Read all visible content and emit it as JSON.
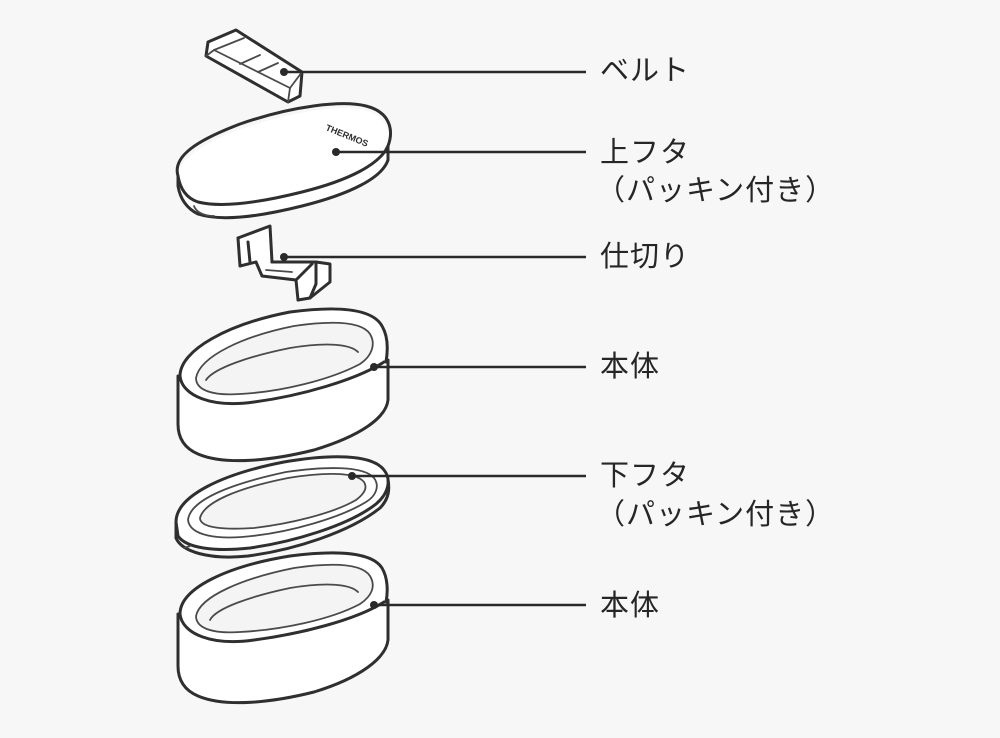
{
  "brand": "THERMOS",
  "labels": {
    "belt": "ベルト",
    "top_lid_line1": "上フタ",
    "top_lid_line2": "（パッキン付き）",
    "divider": "仕切り",
    "body_upper": "本体",
    "bottom_lid_line1": "下フタ",
    "bottom_lid_line2": "（パッキン付き）",
    "body_lower": "本体"
  },
  "colors": {
    "background": "#f7f7f7",
    "line": "#2f2f2f",
    "text": "#262626"
  }
}
